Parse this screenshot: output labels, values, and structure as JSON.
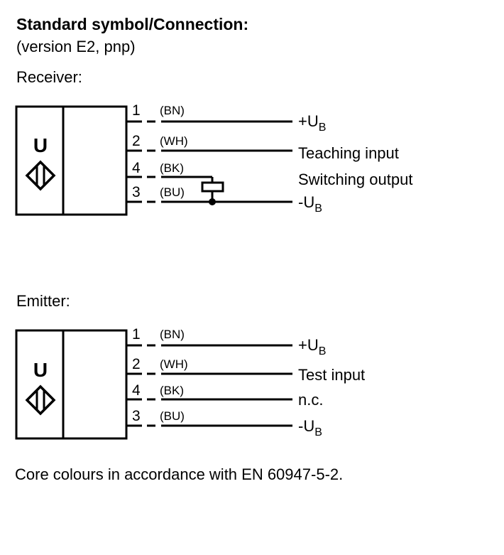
{
  "title": "Standard symbol/Connection:",
  "subtitle": "(version E2, pnp)",
  "receiver": {
    "label": "Receiver:",
    "device_symbol": "U",
    "pins": [
      {
        "number": "1",
        "core_colour": "(BN)",
        "function": "+U",
        "function_sub": "B"
      },
      {
        "number": "2",
        "core_colour": "(WH)",
        "function": "Teaching input",
        "function_sub": ""
      },
      {
        "number": "4",
        "core_colour": "(BK)",
        "function": "Switching output",
        "function_sub": ""
      },
      {
        "number": "3",
        "core_colour": "(BU)",
        "function": "-U",
        "function_sub": "B"
      }
    ]
  },
  "emitter": {
    "label": "Emitter:",
    "device_symbol": "U",
    "pins": [
      {
        "number": "1",
        "core_colour": "(BN)",
        "function": "+U",
        "function_sub": "B"
      },
      {
        "number": "2",
        "core_colour": "(WH)",
        "function": "Test input",
        "function_sub": ""
      },
      {
        "number": "4",
        "core_colour": "(BK)",
        "function": "n.c.",
        "function_sub": ""
      },
      {
        "number": "3",
        "core_colour": "(BU)",
        "function": "-U",
        "function_sub": "B"
      }
    ]
  },
  "footer": "Core colours in accordance with EN 60947-5-2."
}
